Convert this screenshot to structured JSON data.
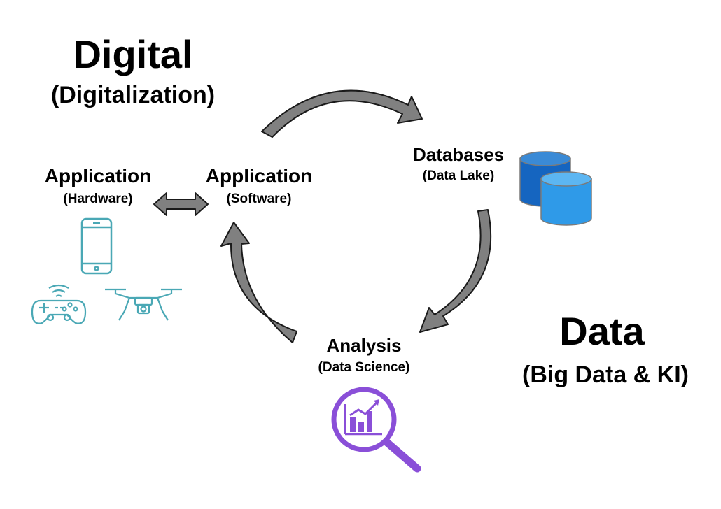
{
  "digital": {
    "title": "Digital",
    "subtitle": "(Digitalization)"
  },
  "data_block": {
    "title": "Data",
    "subtitle": "(Big Data & KI)"
  },
  "nodes": {
    "hardware": {
      "label": "Application",
      "sub": "(Hardware)"
    },
    "software": {
      "label": "Application",
      "sub": "(Software)"
    },
    "databases": {
      "label": "Databases",
      "sub": "(Data Lake)"
    },
    "analysis": {
      "label": "Analysis",
      "sub": "(Data Science)"
    }
  },
  "icons": {
    "hardware": [
      "smartphone-icon",
      "gamepad-icon",
      "drone-icon"
    ],
    "databases": "database-icon",
    "analysis": "analytics-magnifier-icon"
  },
  "colors": {
    "arrow_fill": "#808080",
    "arrow_stroke": "#1a1a1a",
    "device_line": "#4aa8b5",
    "db_dark": "#1565c0",
    "db_light": "#2f9ae8",
    "analysis_purple": "#8a4fd8"
  }
}
